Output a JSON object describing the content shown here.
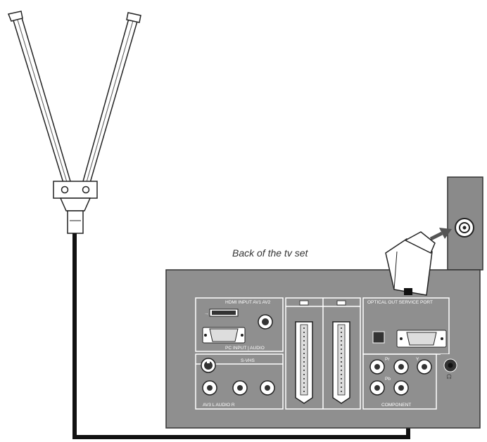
{
  "caption": "Back of the tv set",
  "panel_labels": {
    "hdmi_section": "HDMI INPUT AV1 AV2",
    "pc_audio_section": "PC INPUT | AUDIO",
    "svhs": "S-VHS",
    "av_audio_section": "AV3   L AUDIO   R",
    "optical_section": "OPTICAL OUT   SERVICE PORT",
    "component_section": "COMPONENT",
    "component_y": "Y",
    "component_pb": "Pb",
    "component_pr": "Pr"
  },
  "icons": [
    "rabbit-ears-antenna",
    "antenna-cable",
    "wall-socket",
    "rf-plug",
    "scart-connector",
    "headphone-icon"
  ],
  "colors": {
    "panel": "#8f8f8f",
    "wall": "#8a8a8a",
    "cable": "#111111",
    "outline": "#333333"
  }
}
